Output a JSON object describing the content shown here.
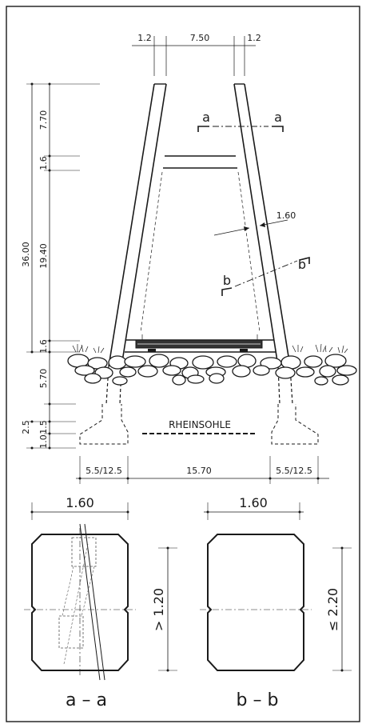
{
  "elevation": {
    "top_dims": [
      "1.2",
      "7.50",
      "1.2"
    ],
    "left_dims": [
      "36.00",
      "7.70",
      "1.6",
      "19.40",
      "1.6",
      "5.70",
      "2.5",
      "1.5",
      "1.0"
    ],
    "member_width": "1.60",
    "section_a": "a",
    "section_b": "b",
    "riverbed_label": "RHEINSOHLE",
    "bottom_dims": [
      "5.5/12.5",
      "15.70",
      "5.5/12.5"
    ]
  },
  "section_aa": {
    "width": "1.60",
    "height": "> 1.20",
    "caption": "a – a"
  },
  "section_bb": {
    "width": "1.60",
    "height": "≤ 2.20",
    "caption": "b – b"
  }
}
